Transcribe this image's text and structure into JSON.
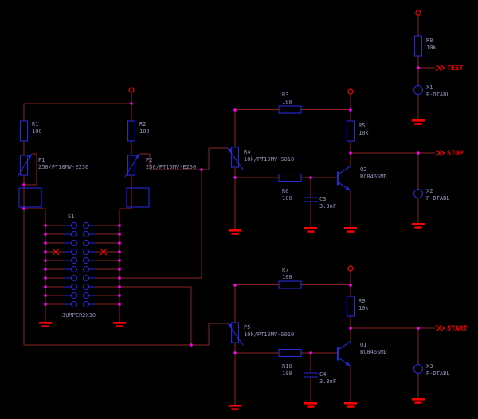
{
  "colors": {
    "background": "#000000",
    "wire": "#8b2323",
    "symbol": "#2929d6",
    "label": "#9494bb",
    "net": "#ff0000",
    "junction": "#ff00ff",
    "ground": "#ff0000"
  },
  "nets": {
    "test": "TEST",
    "stop": "STOP",
    "start": "START"
  },
  "components": {
    "r1": {
      "name": "R1",
      "value": "100"
    },
    "r2": {
      "name": "R2",
      "value": "100"
    },
    "p1": {
      "name": "P1",
      "value": "250/PT10MV-E250"
    },
    "p2": {
      "name": "P2",
      "value": "250/PT10MV-E250"
    },
    "s1": {
      "name": "S1",
      "value": "JUMPER2X10"
    },
    "r3": {
      "name": "R3",
      "value": "100"
    },
    "r4": {
      "name": "R4",
      "value": "10k/PT10MV-S010"
    },
    "r5": {
      "name": "R5",
      "value": "10k"
    },
    "r6": {
      "name": "R6",
      "value": "100"
    },
    "c3": {
      "name": "C3",
      "value": "3.3nF"
    },
    "q2": {
      "name": "Q2",
      "value": "BC846SMD"
    },
    "x2": {
      "name": "X2",
      "value": "P-DTABL"
    },
    "r7": {
      "name": "R7",
      "value": "100"
    },
    "p5": {
      "name": "P5",
      "value": "10k/PT10MV-S010"
    },
    "r9": {
      "name": "R9",
      "value": "10k"
    },
    "r10": {
      "name": "R10",
      "value": "100"
    },
    "c4": {
      "name": "C4",
      "value": "3.3nF"
    },
    "q1": {
      "name": "Q1",
      "value": "BC846SMD"
    },
    "x3": {
      "name": "X3",
      "value": "P-DTABL"
    },
    "r8": {
      "name": "R8",
      "value": "10k"
    },
    "x1": {
      "name": "X1",
      "value": "P-DTABL"
    }
  }
}
